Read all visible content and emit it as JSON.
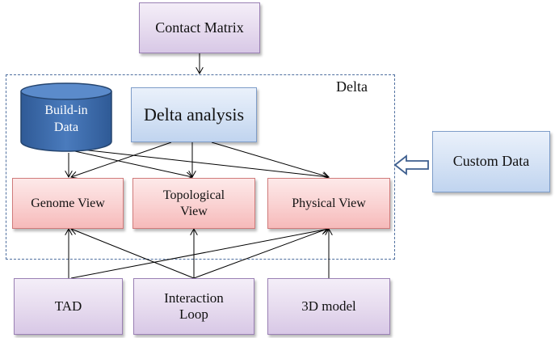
{
  "nodes": {
    "contact_matrix": "Contact Matrix",
    "delta_label": "Delta",
    "build_in_data_line1": "Build-in",
    "build_in_data_line2": "Data",
    "delta_analysis": "Delta analysis",
    "custom_data": "Custom Data",
    "genome_view": "Genome View",
    "topological_view_line1": "Topological",
    "topological_view_line2": "View",
    "physical_view": "Physical View",
    "tad": "TAD",
    "interaction_loop_line1": "Interaction",
    "interaction_loop_line2": "Loop",
    "model_3d": "3D model"
  },
  "colors": {
    "input_box": "#e7dcef",
    "analysis_box": "#d6e3f5",
    "view_box": "#fad3d3",
    "database": "#3f6fb0",
    "frame_border": "#4f6f9f",
    "arrow": "#000000"
  }
}
